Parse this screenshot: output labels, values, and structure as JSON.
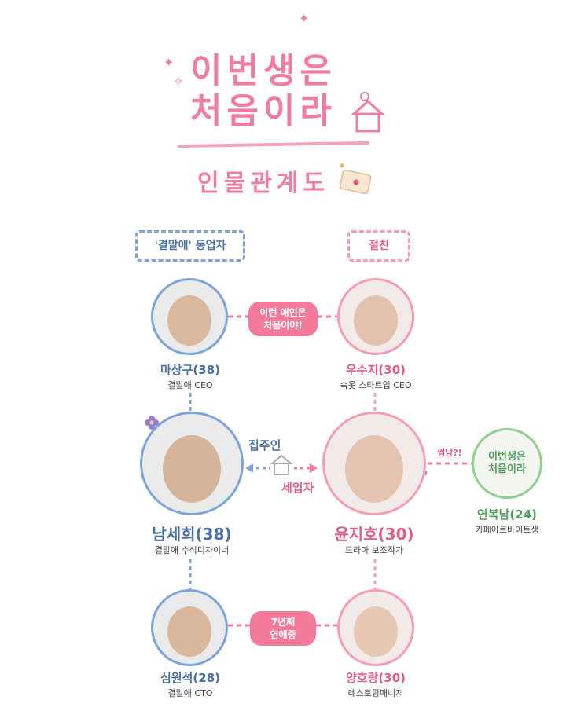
{
  "header": {
    "title_line1": "이번생은",
    "title_line2": "처음이라",
    "subtitle": "인물관계도"
  },
  "groups": {
    "left": "'결말애' 동업자",
    "right": "절친"
  },
  "people": {
    "ma_sanggu": {
      "name": "마상구(38)",
      "role": "결말애 CEO"
    },
    "woo_suji": {
      "name": "우수지(30)",
      "role": "속옷 스타트업 CEO"
    },
    "nam_sehee": {
      "name": "남세희(38)",
      "role": "결말애 수석디자이너"
    },
    "yoon_jiho": {
      "name": "윤지호(30)",
      "role": "드라마 보조작가"
    },
    "yeon_boknam": {
      "name": "연복남(24)",
      "role": "카페아르바이트생",
      "placeholder_line1": "이번생은",
      "placeholder_line2": "처음이라"
    },
    "sim_wonseok": {
      "name": "심원석(28)",
      "role": "결말애 CTO"
    },
    "yang_horang": {
      "name": "양호랑(30)",
      "role": "레스토랑매니저"
    }
  },
  "relations": {
    "top_pill_line1": "이런 애인은",
    "top_pill_line2": "처음이야!",
    "landlord": "집주인",
    "tenant": "세입자",
    "crush": "썸남?!",
    "bottom_pill_line1": "7년째",
    "bottom_pill_line2": "연애중"
  },
  "colors": {
    "blue": "#7da4d8",
    "pink": "#f59cb6",
    "green": "#8fcf8f",
    "title_pink": "#ee7da0"
  }
}
